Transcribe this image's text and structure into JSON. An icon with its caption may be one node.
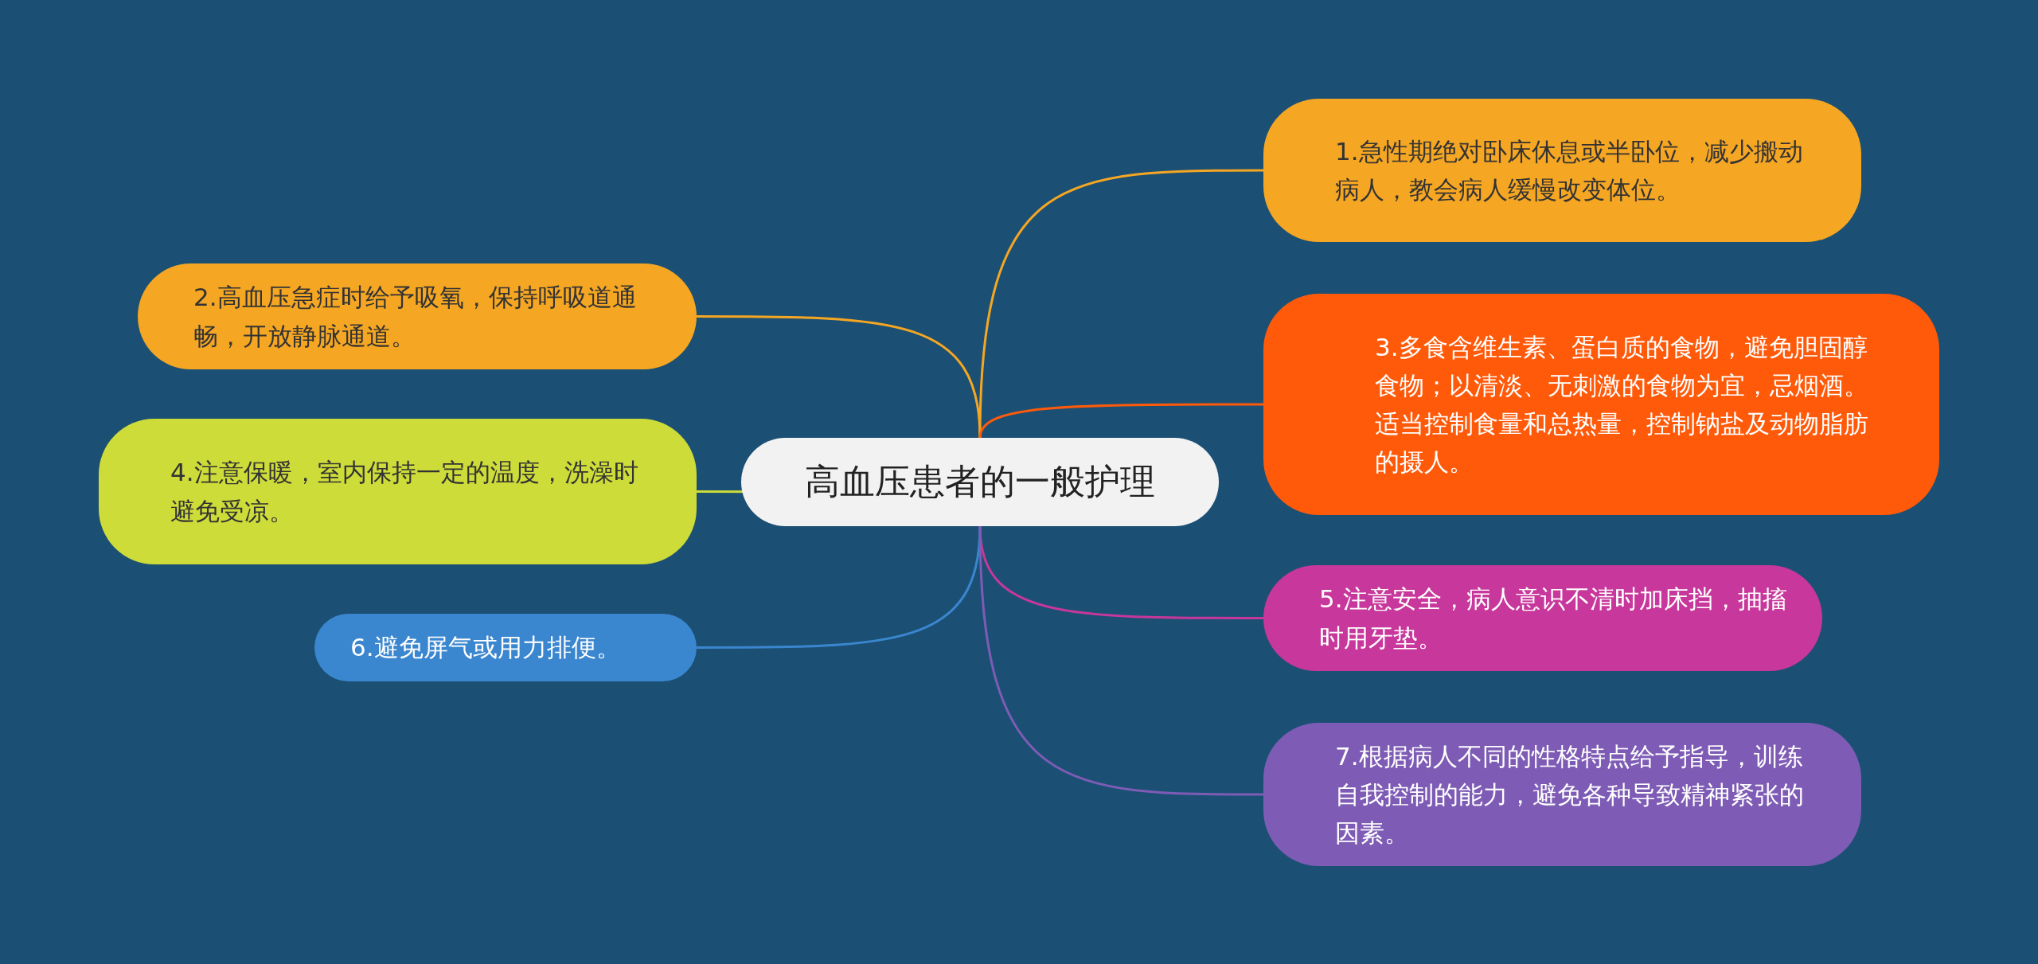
{
  "diagram": {
    "nodes": [
      {
        "text": [
          "高血压患者的一般护理"
        ]
      },
      {
        "text": [
          "1.急性期绝对卧床休息或半卧位，减少搬动病人，教会病人缓慢改变体位。"
        ]
      },
      {
        "text": [
          "2.高血压急症时给予吸氧，保持呼吸道通畅，开放静脉通道。"
        ]
      },
      {
        "text": [
          "3.多食含维生素、蛋白质的食物，避免胆固醇食物；以清淡、无刺激的食物为宜，忌烟酒。适当控制食量和总热量，控制钠盐及动物脂肪的摄人。"
        ]
      },
      {
        "text": [
          "4.注意保暖，室内保持一定的温度，洗澡时避免受凉。"
        ]
      },
      {
        "text": [
          "5.注意安全，病人意识不清时加床挡，抽搐时用牙垫。"
        ]
      },
      {
        "text": [
          "6.避免屏气或用力排便。"
        ]
      },
      {
        "text": [
          "7.根据病人不同的性格特点给予指导，训练自我控制的能力，避免各种导致精神紧张的因素。"
        ]
      }
    ],
    "edges": [
      {
        "from": 0,
        "to": 1,
        "arrow": "none",
        "color": "#f5a623"
      },
      {
        "from": 0,
        "to": 2,
        "arrow": "none",
        "color": "#f5a623"
      },
      {
        "from": 0,
        "to": 3,
        "arrow": "none",
        "color": "#ff5a0a"
      },
      {
        "from": 0,
        "to": 4,
        "arrow": "none",
        "color": "#cddc39"
      },
      {
        "from": 0,
        "to": 5,
        "arrow": "none",
        "color": "#c8379b"
      },
      {
        "from": 0,
        "to": 6,
        "arrow": "none",
        "color": "#3a86cf"
      },
      {
        "from": 0,
        "to": 7,
        "arrow": "none",
        "color": "#7e5cb5"
      }
    ]
  }
}
